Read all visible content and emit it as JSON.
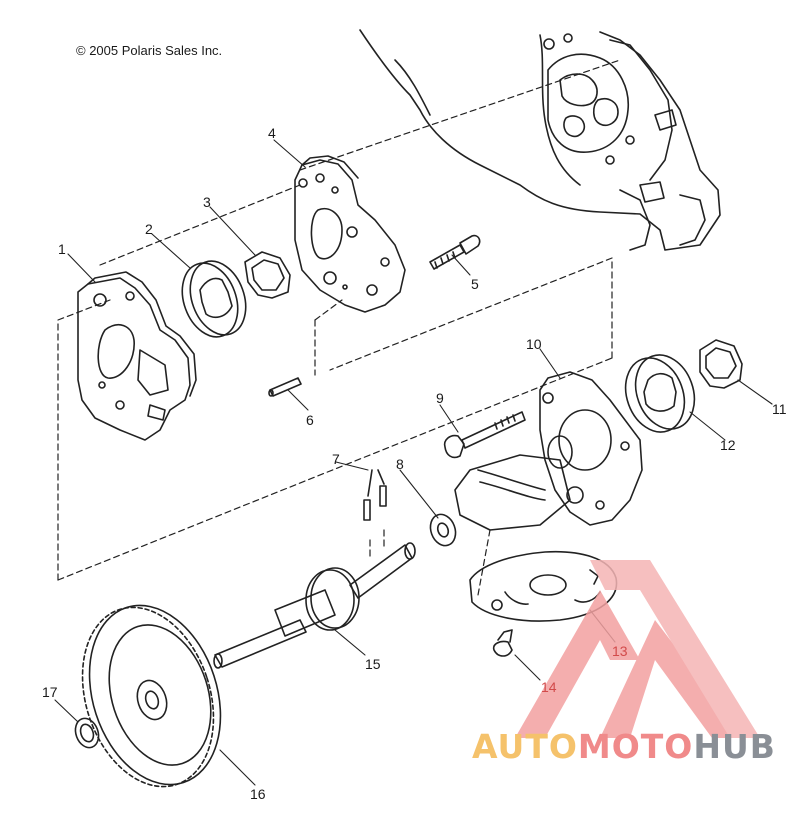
{
  "copyright": "© 2005 Polaris Sales Inc.",
  "callouts": [
    "1",
    "2",
    "3",
    "4",
    "5",
    "6",
    "7",
    "8",
    "9",
    "10",
    "11",
    "12",
    "13",
    "14",
    "15",
    "16",
    "17"
  ],
  "watermark": {
    "part1": "AUTO",
    "part2": "MOTO",
    "part3": "HUB",
    "color_auto": "#f5c26b",
    "color_moto": "#f08a8a",
    "color_hub": "#8a8f96",
    "triangle_color": "#f3a1a1"
  }
}
